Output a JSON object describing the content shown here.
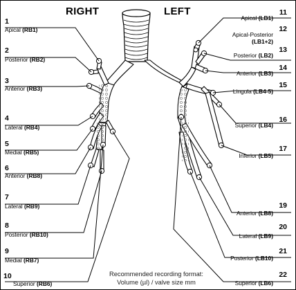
{
  "headings": {
    "right": "RIGHT",
    "left": "LEFT"
  },
  "right_segments": [
    {
      "num": "1",
      "label": "Apical",
      "code": "(RB1)"
    },
    {
      "num": "2",
      "label": "Posterior",
      "code": "(RB2)"
    },
    {
      "num": "3",
      "label": "Anterior",
      "code": "(RB3)"
    },
    {
      "num": "4",
      "label": "Lateral",
      "code": "(RB4)"
    },
    {
      "num": "5",
      "label": "Medial",
      "code": "(RB5)"
    },
    {
      "num": "6",
      "label": "Anterior",
      "code": "(RB8)"
    },
    {
      "num": "7",
      "label": "Lateral",
      "code": "(RB9)"
    },
    {
      "num": "8",
      "label": "Posterior",
      "code": "(RB10)"
    },
    {
      "num": "9",
      "label": "Medial",
      "code": "(RB7)"
    },
    {
      "num": "10",
      "label": "Superior",
      "code": "(RB6)"
    }
  ],
  "left_segments": [
    {
      "num": "11",
      "label": "Apical",
      "code": "(LB1)"
    },
    {
      "num": "12",
      "label": "Apical-Posterior",
      "code": "(LB1+2)"
    },
    {
      "num": "13",
      "label": "Posterior",
      "code": "(LB2)"
    },
    {
      "num": "14",
      "label": "Anterior",
      "code": "(LB3)"
    },
    {
      "num": "15",
      "label": "Lingula",
      "code": "(LB4-5)"
    },
    {
      "num": "16",
      "label": "Superior",
      "code": "(LB4)"
    },
    {
      "num": "17",
      "label": "Inferior",
      "code": "(LB5)"
    },
    {
      "num": "19",
      "label": "Anterior",
      "code": "(LB8)"
    },
    {
      "num": "20",
      "label": "Lateral",
      "code": "(LB9)"
    },
    {
      "num": "21",
      "label": "Posterior",
      "code": "(LB10)"
    },
    {
      "num": "22",
      "label": "Superior",
      "code": "(LB6)"
    }
  ],
  "footer": {
    "line1": "Recommended recording format:",
    "line2": "Volume (µl) / valve size mm"
  },
  "colors": {
    "ink": "#000000",
    "airway_fill": "#ffffff",
    "texture": "#555555"
  }
}
